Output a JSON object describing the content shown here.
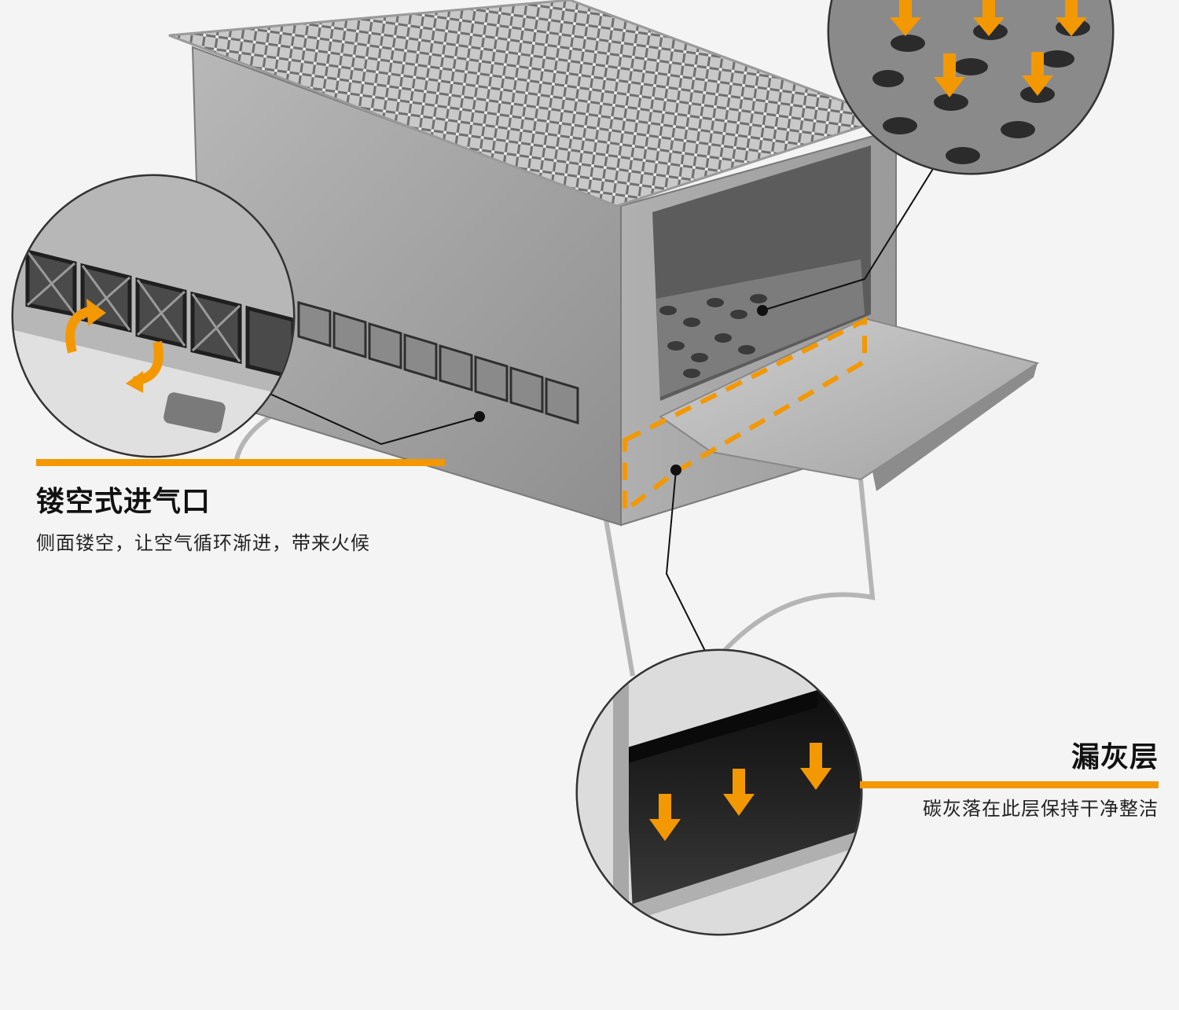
{
  "features": {
    "air_inlet": {
      "title": "镂空式进气口",
      "description": "侧面镂空，让空气循环渐进，带来火候"
    },
    "ash_layer": {
      "title": "漏灰层",
      "description": "碳灰落在此层保持干净整洁"
    }
  },
  "colors": {
    "accent": "#f39800",
    "background": "#f4f4f4",
    "metal": "#a9a9a9",
    "outline": "#2a2a2a"
  },
  "icons": [
    "grill-mesh-top",
    "circulation-arrows-icon",
    "down-arrow-icon"
  ]
}
